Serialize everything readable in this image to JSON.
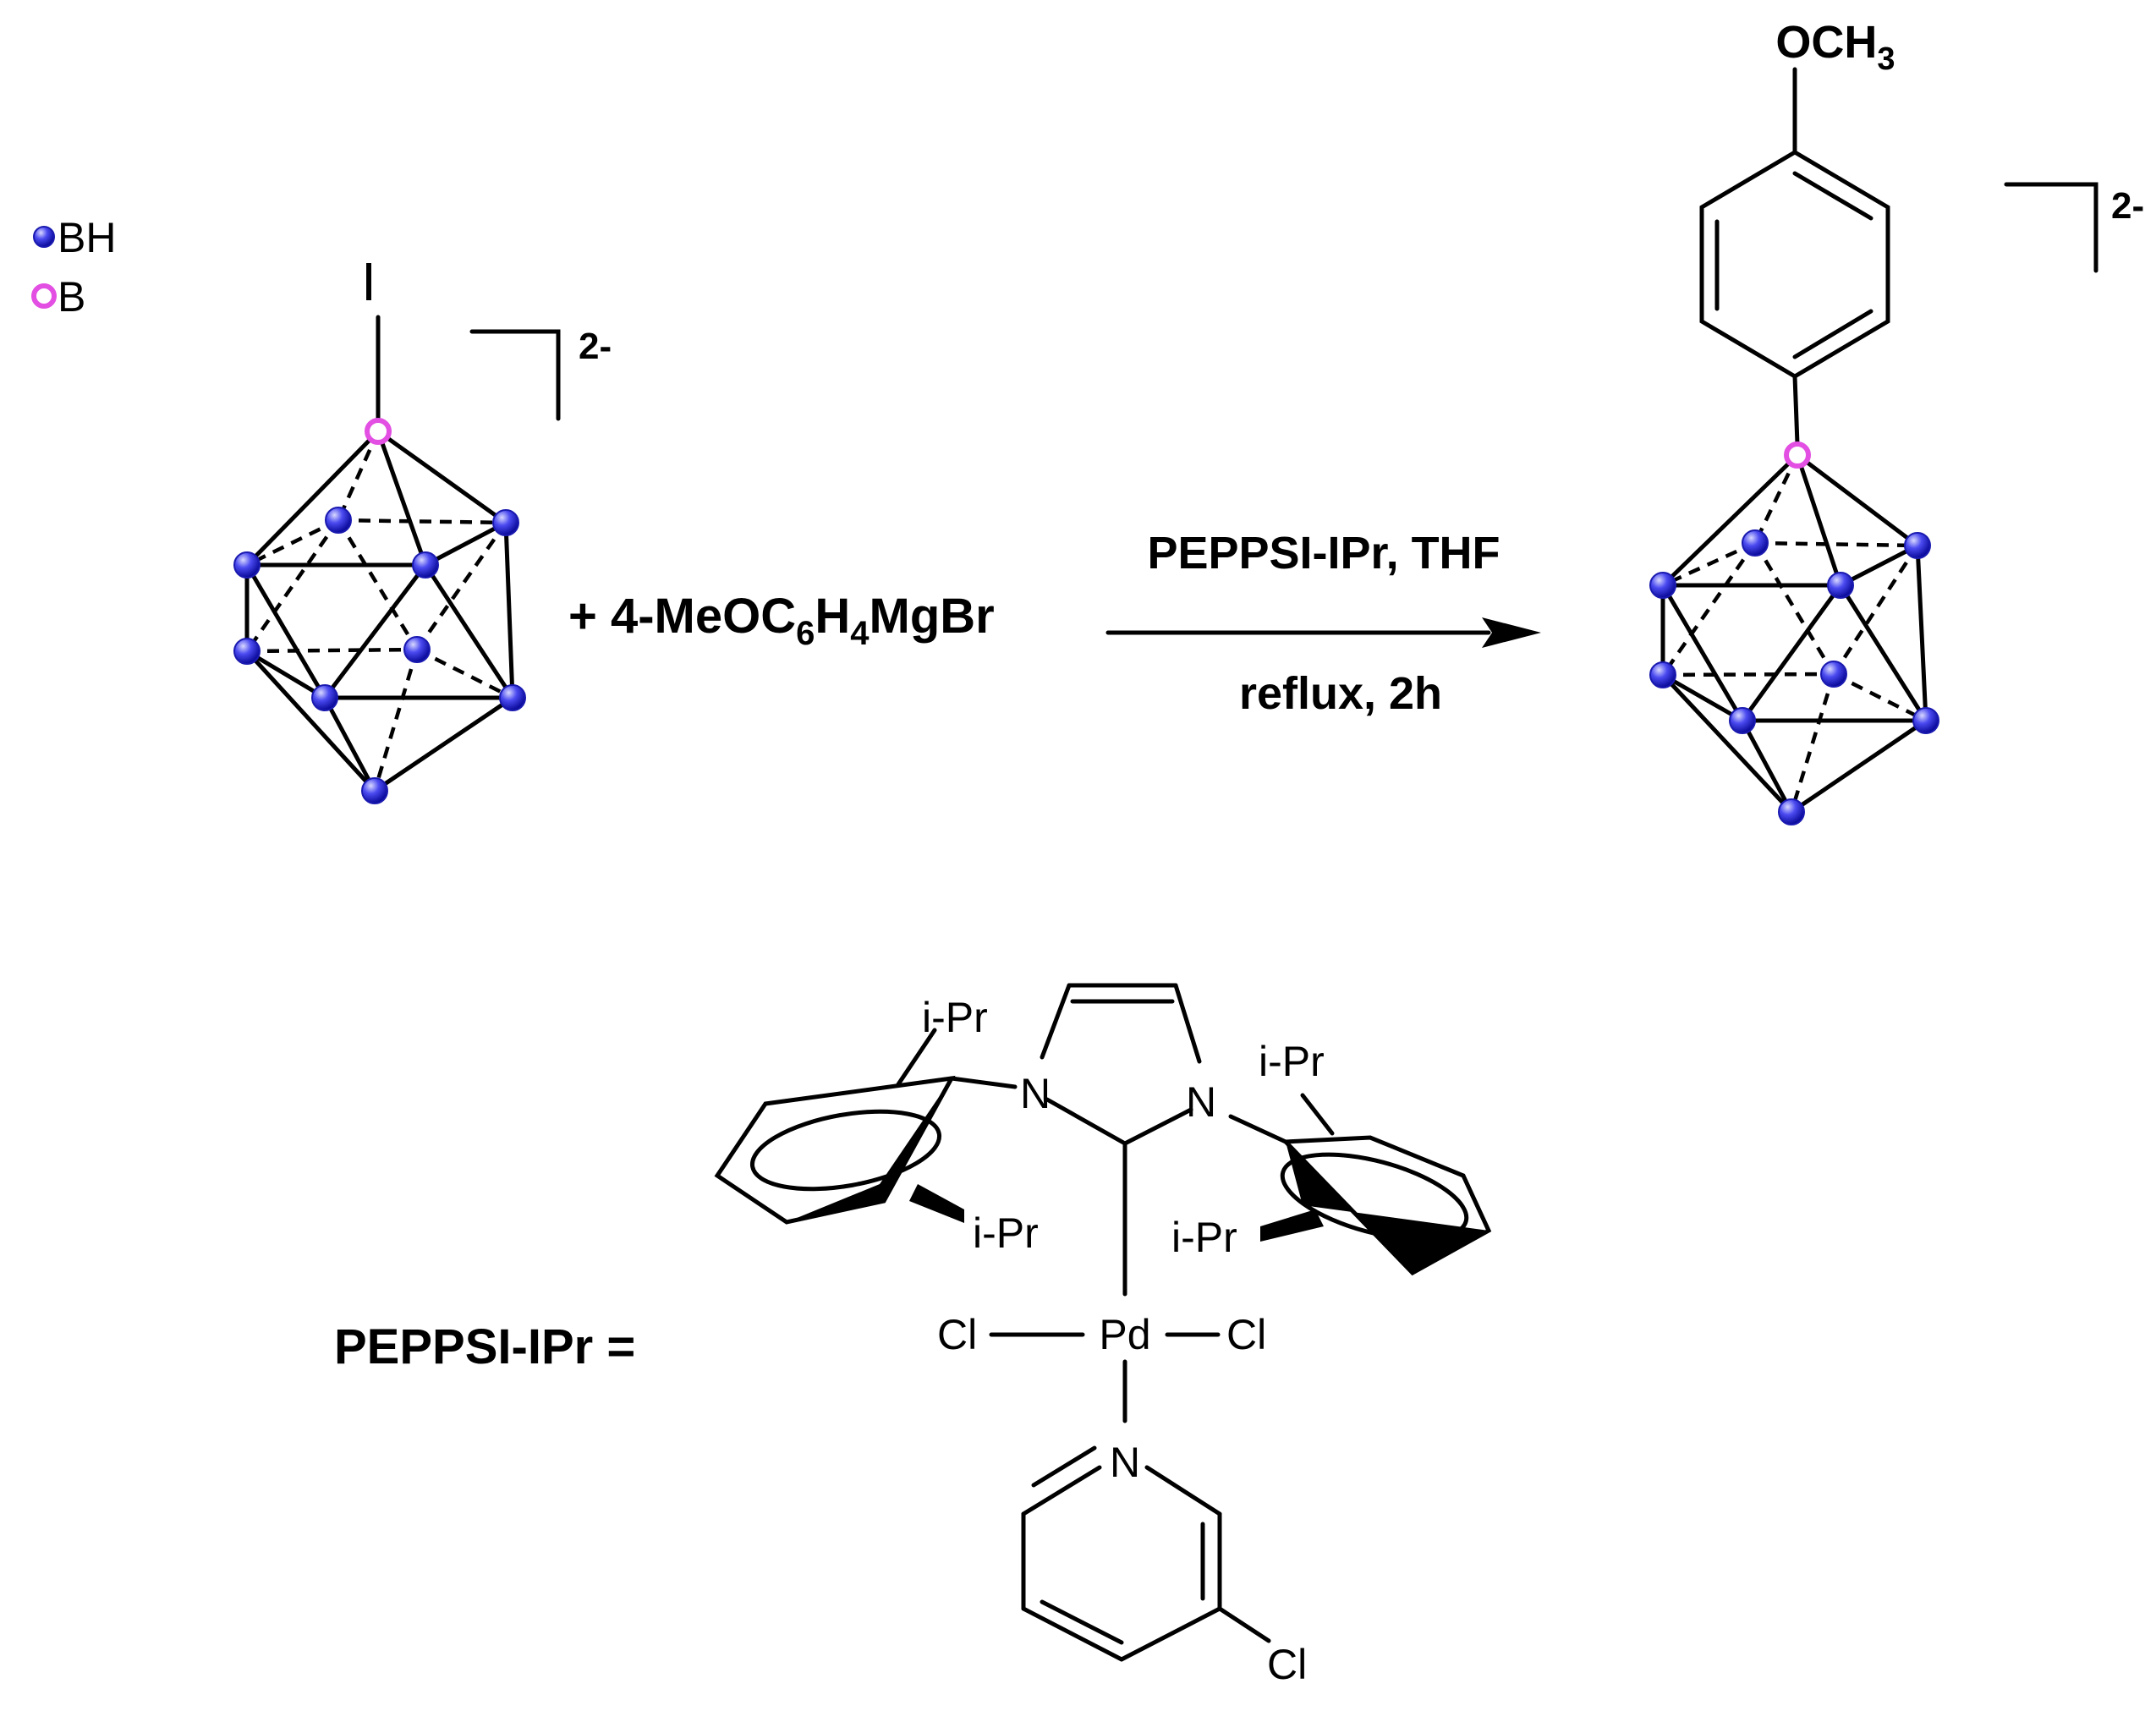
{
  "legend": {
    "items": [
      {
        "label": "BH",
        "color": "#2a2ae0"
      },
      {
        "label": "B",
        "color": "#e24fe2"
      }
    ]
  },
  "reactant": {
    "substituent": "I",
    "charge": "2-"
  },
  "reagent": {
    "prefix": "+ 4-MeOC",
    "sub1": "6",
    "mid": "H",
    "sub2": "4",
    "suffix": "MgBr"
  },
  "arrow": {
    "above": "PEPPSI-IPr, THF",
    "below": "reflux, 2h"
  },
  "product": {
    "substituent_main": "OCH",
    "substituent_sub": "3",
    "charge": "2-"
  },
  "catalyst": {
    "label": "PEPPSI-IPr =",
    "atoms": {
      "n_left": "N",
      "n_right": "N",
      "pd": "Pd",
      "cl_left": "Cl",
      "cl_right": "Cl",
      "n_pyridine": "N",
      "cl_pyridine": "Cl",
      "ipr_1": "i-Pr",
      "ipr_2": "i-Pr",
      "ipr_3": "i-Pr",
      "ipr_4": "i-Pr"
    }
  },
  "colors": {
    "bh_vertex": "#2a2ae0",
    "b_vertex": "#e24fe2",
    "bond": "#000000"
  }
}
